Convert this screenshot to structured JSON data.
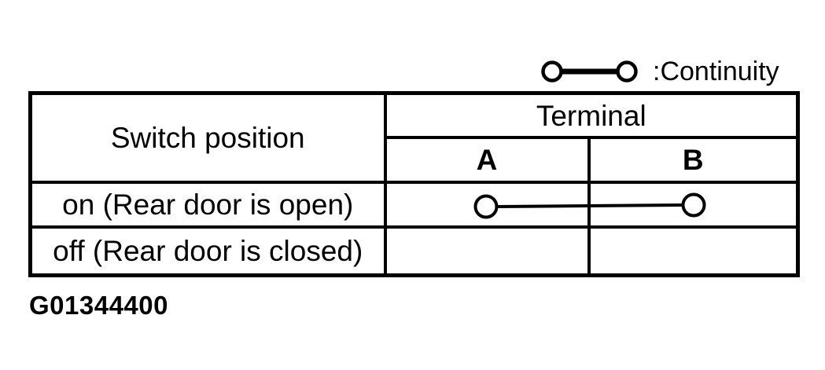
{
  "legend": {
    "label": ":Continuity"
  },
  "table": {
    "headers": {
      "switch_position": "Switch position",
      "terminal": "Terminal",
      "terminal_a": "A",
      "terminal_b": "B"
    },
    "rows": [
      {
        "label": "on (Rear door is open)",
        "continuity_a_b": true
      },
      {
        "label": "off (Rear door is closed)",
        "continuity_a_b": false
      }
    ]
  },
  "figure_id": "G01344400",
  "colors": {
    "ink": "#000000",
    "paper": "#ffffff"
  }
}
